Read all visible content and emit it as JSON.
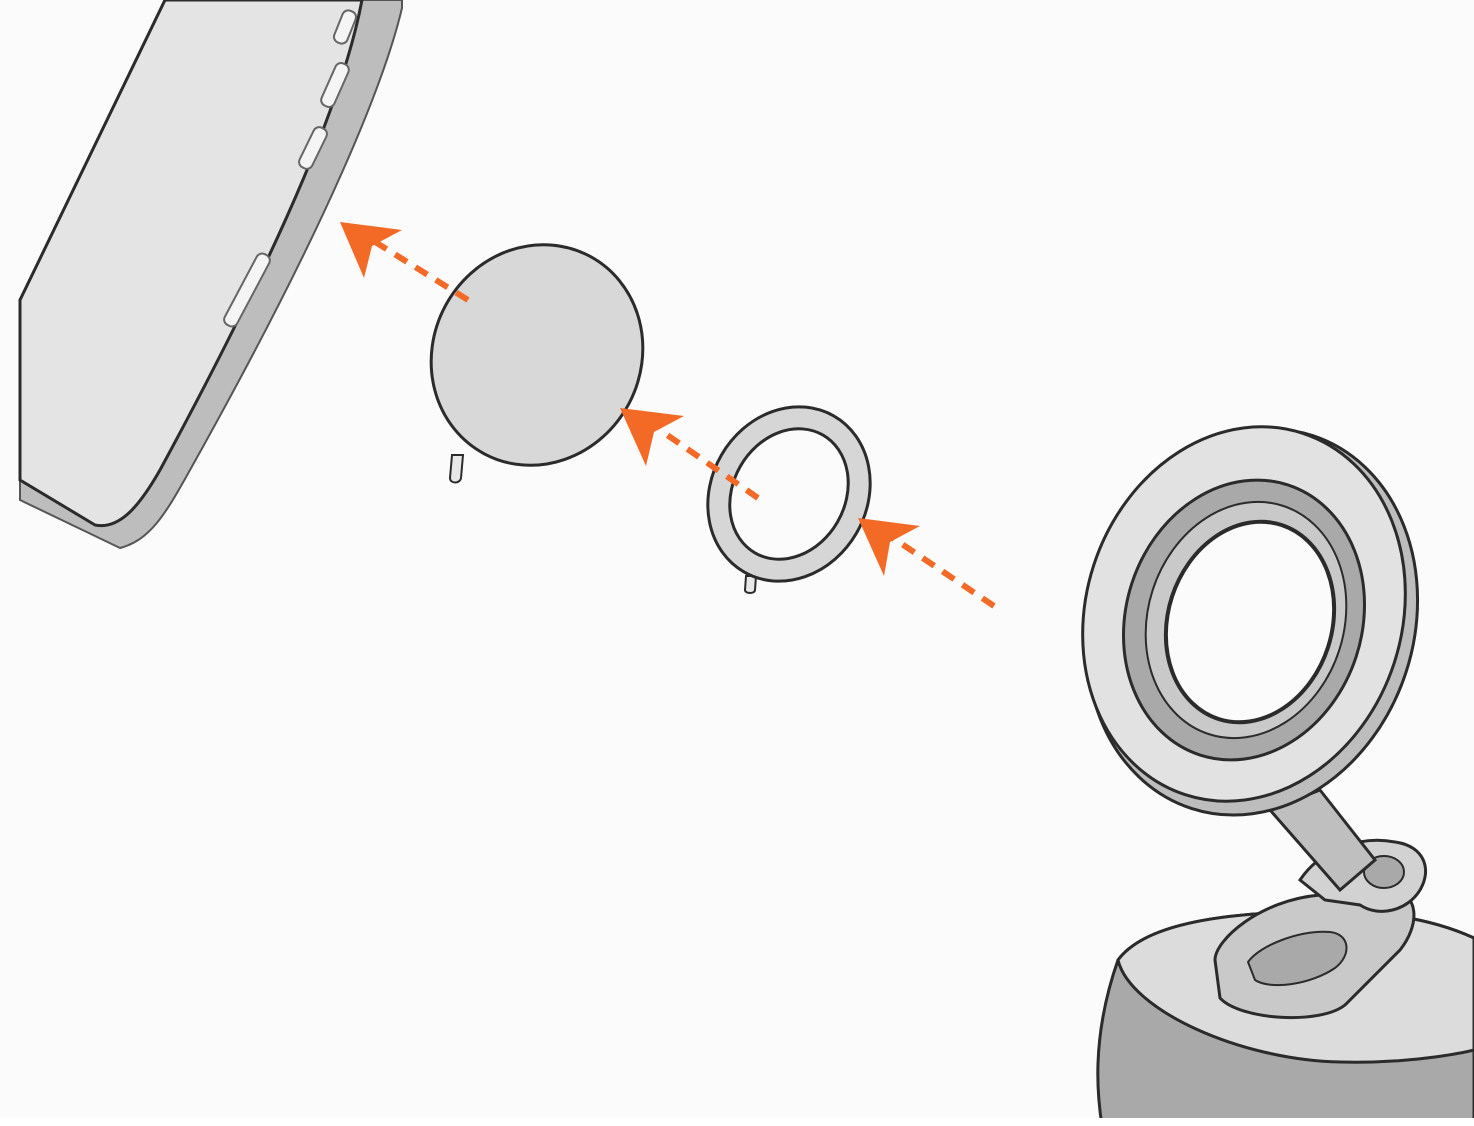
{
  "diagram": {
    "description_items": [
      {
        "id": "phone",
        "icon": "phone-edge"
      },
      {
        "id": "protective-film",
        "icon": "adhesive-film-disc"
      },
      {
        "id": "metal-ring",
        "icon": "magnetic-ring"
      },
      {
        "id": "magsafe-mount",
        "icon": "magnetic-mount-stand"
      }
    ],
    "colors": {
      "background": "#fbfbfb",
      "arrow": "#f26a25",
      "outline": "#2b2b2b",
      "phone_body": "#e4e4e4",
      "phone_frame": "#bdbdbd",
      "film": "#d8d8d8",
      "ring": "#d6d6d6",
      "mount_light": "#e2e2e2",
      "mount_mid": "#c9c9c9",
      "mount_dark": "#a9a9a9"
    }
  }
}
